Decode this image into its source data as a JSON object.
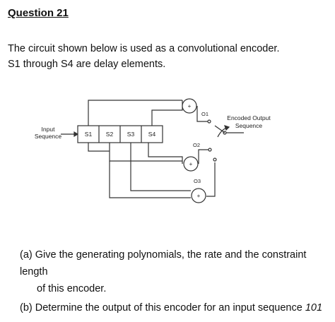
{
  "question_title": "Question 21",
  "intro_line1": "The circuit shown below is used as a convolutional encoder.",
  "intro_line2": "S1 through S4 are delay elements.",
  "diagram": {
    "input_label_line1": "Input",
    "input_label_line2": "Sequence",
    "output_label_line1": "Encoded Output",
    "output_label_line2": "Sequence",
    "registers": [
      "S1",
      "S2",
      "S3",
      "S4"
    ],
    "adder_symbol": "+",
    "outputs": [
      "O1",
      "O2",
      "O3"
    ]
  },
  "part_a_line1": "(a) Give the generating polynomials, the rate and the constraint length",
  "part_a_line2": "of this encoder.",
  "part_b_text": "(b) Determine the output of this encoder for an input sequence ",
  "part_b_sequence": "101"
}
